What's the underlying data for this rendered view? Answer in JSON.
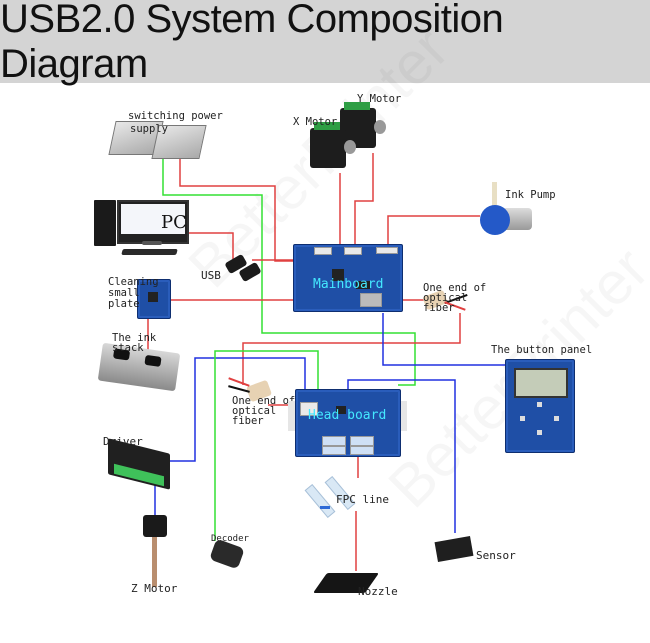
{
  "title": "USB2.0 System Composition Diagram",
  "watermark": "BetterPrinter",
  "colors": {
    "title_bg": "#d4d4d4",
    "wire_red": "#e04040",
    "wire_green": "#33e033",
    "wire_blue": "#2030e0",
    "board_label": "#44e8ff",
    "pcb": "#1f4fa6"
  },
  "components": {
    "switching_power_supply": {
      "label_line1": "switching power",
      "label_line2": "supply"
    },
    "x_motor": {
      "label": "X Motor"
    },
    "y_motor": {
      "label": "Y Motor"
    },
    "pc": {
      "label": "PC"
    },
    "usb": {
      "label": "USB"
    },
    "ink_pump": {
      "label": "Ink Pump"
    },
    "mainboard": {
      "label": "Mainboard"
    },
    "optical_fiber_main": {
      "label_line1": "One end of",
      "label_line2": "optical",
      "label_line3": "fiber"
    },
    "cleaning_plate": {
      "label_line1": "Cleaning",
      "label_line2": "small",
      "label_line3": "plate"
    },
    "ink_stack": {
      "label_line1": "The ink",
      "label_line2": "stack"
    },
    "button_panel": {
      "label": "The button panel"
    },
    "optical_fiber_head": {
      "label_line1": "One end of",
      "label_line2": "optical",
      "label_line3": "fiber"
    },
    "head_board": {
      "label": "Head board"
    },
    "driver": {
      "label": "Driver"
    },
    "z_motor": {
      "label": "Z Motor"
    },
    "decoder": {
      "label": "Decoder"
    },
    "fpc_line": {
      "label": "FPC line"
    },
    "nozzle": {
      "label": "Nozzle"
    },
    "sensor": {
      "label": "Sensor"
    }
  }
}
